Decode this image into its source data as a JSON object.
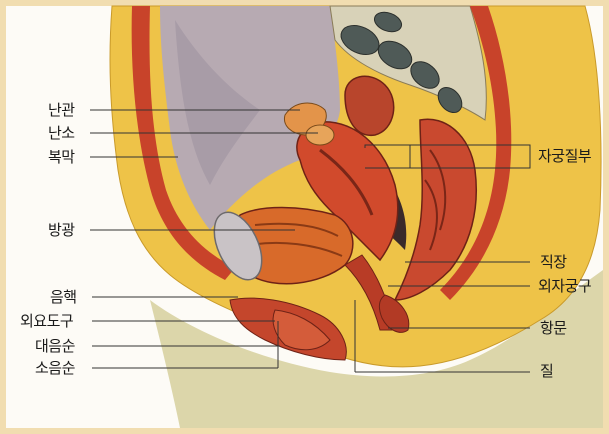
{
  "labels": {
    "fallopian_tube": "난관",
    "ovary": "난소",
    "peritoneum": "복막",
    "bladder": "방광",
    "clitoris": "음핵",
    "external_urethral_orifice": "외요도구",
    "labia_majora": "대음순",
    "labia_minora": "소음순",
    "rectouterine_pouch": "자궁질부",
    "rectum": "직장",
    "external_os": "외자궁구",
    "anus": "항문",
    "vagina": "질"
  },
  "colors": {
    "skin": "#e9c84a",
    "fat": "#f2c545",
    "muscle": "#c8432a",
    "uterus": "#d14a2c",
    "background": "#fdfbf6",
    "frame": "#f1ddb0",
    "leg": "#d9d3a6",
    "cavity": "#b6a9b0"
  }
}
